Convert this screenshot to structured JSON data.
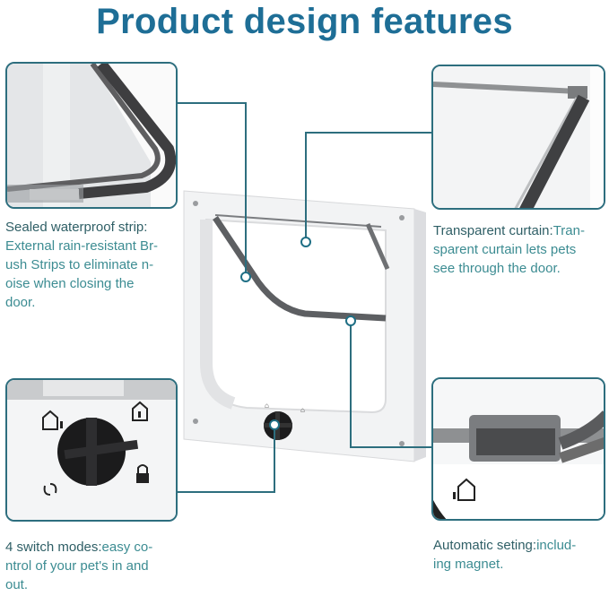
{
  "title": "Product design features",
  "accent_color": "#1e6e96",
  "features": [
    {
      "id": "waterproof-strip",
      "heading": "Sealed waterproof strip:",
      "lines": [
        "External rain-resistant Br-",
        "ush Strips to eliminate n-",
        "oise when closing the",
        "door."
      ]
    },
    {
      "id": "transparent-curtain",
      "heading": "Transparent curtain:",
      "lines_first": "Tran-",
      "lines": [
        "sparent curtain lets pets",
        "see through the door."
      ]
    },
    {
      "id": "switch-modes",
      "heading": "4 switch modes:",
      "lines_first": "easy co-",
      "lines": [
        "ntrol of your pet's in and",
        "out."
      ]
    },
    {
      "id": "automatic-setting",
      "heading": "Automatic seting:",
      "lines_first": "includ-",
      "lines": [
        "ing magnet."
      ]
    }
  ],
  "icons": [
    "house-in-icon",
    "house-out-icon",
    "padlock-icon",
    "rotate-arrows-icon",
    "house-exit-icon"
  ]
}
